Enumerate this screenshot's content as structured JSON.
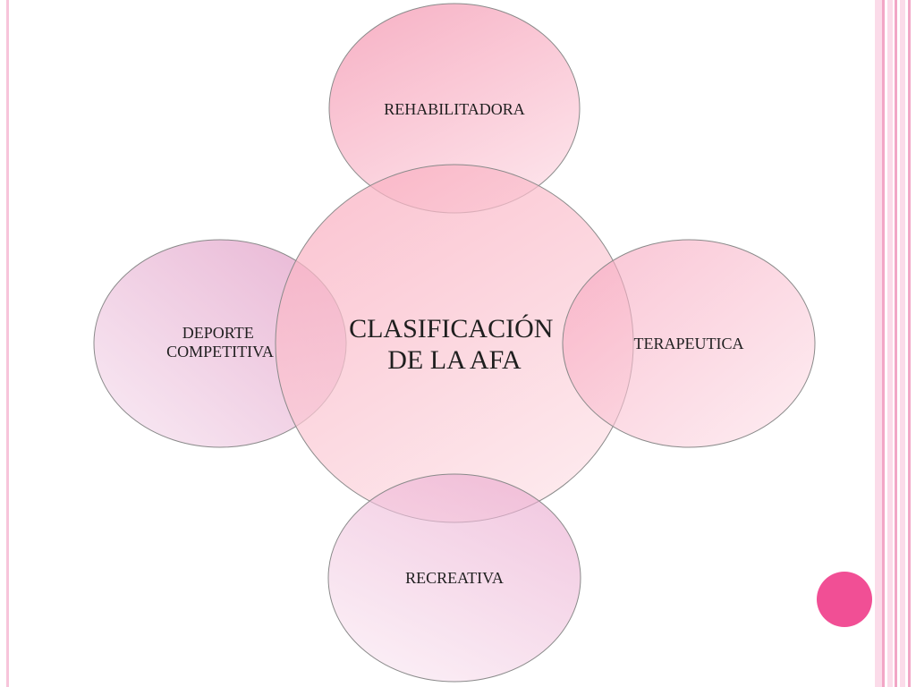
{
  "diagram": {
    "center": {
      "lines": [
        "CLASIFICACIÓN",
        "DE LA AFA"
      ]
    },
    "nodes": {
      "top": {
        "lines": [
          "REHABILITADORA"
        ]
      },
      "right": {
        "lines": [
          "TERAPEUTICA"
        ]
      },
      "bottom": {
        "lines": [
          "RECREATIVA"
        ]
      },
      "left": {
        "lines": [
          "DEPORTE",
          "COMPETITIVA"
        ]
      }
    }
  },
  "colors": {
    "center_fill_light": "#fde3e8",
    "center_fill_dark": "#f9aec0",
    "node_pink_light": "#fde0e8",
    "node_pink_dark": "#f6a7bd",
    "node_mauve_light": "#f7e4f1",
    "node_mauve_dark": "#e4a8cc",
    "outline": "#7a7a7a",
    "accent_dot": "#f14f95",
    "stripe_dark": "#f2a6c6",
    "stripe_light": "#fbdbe9"
  }
}
